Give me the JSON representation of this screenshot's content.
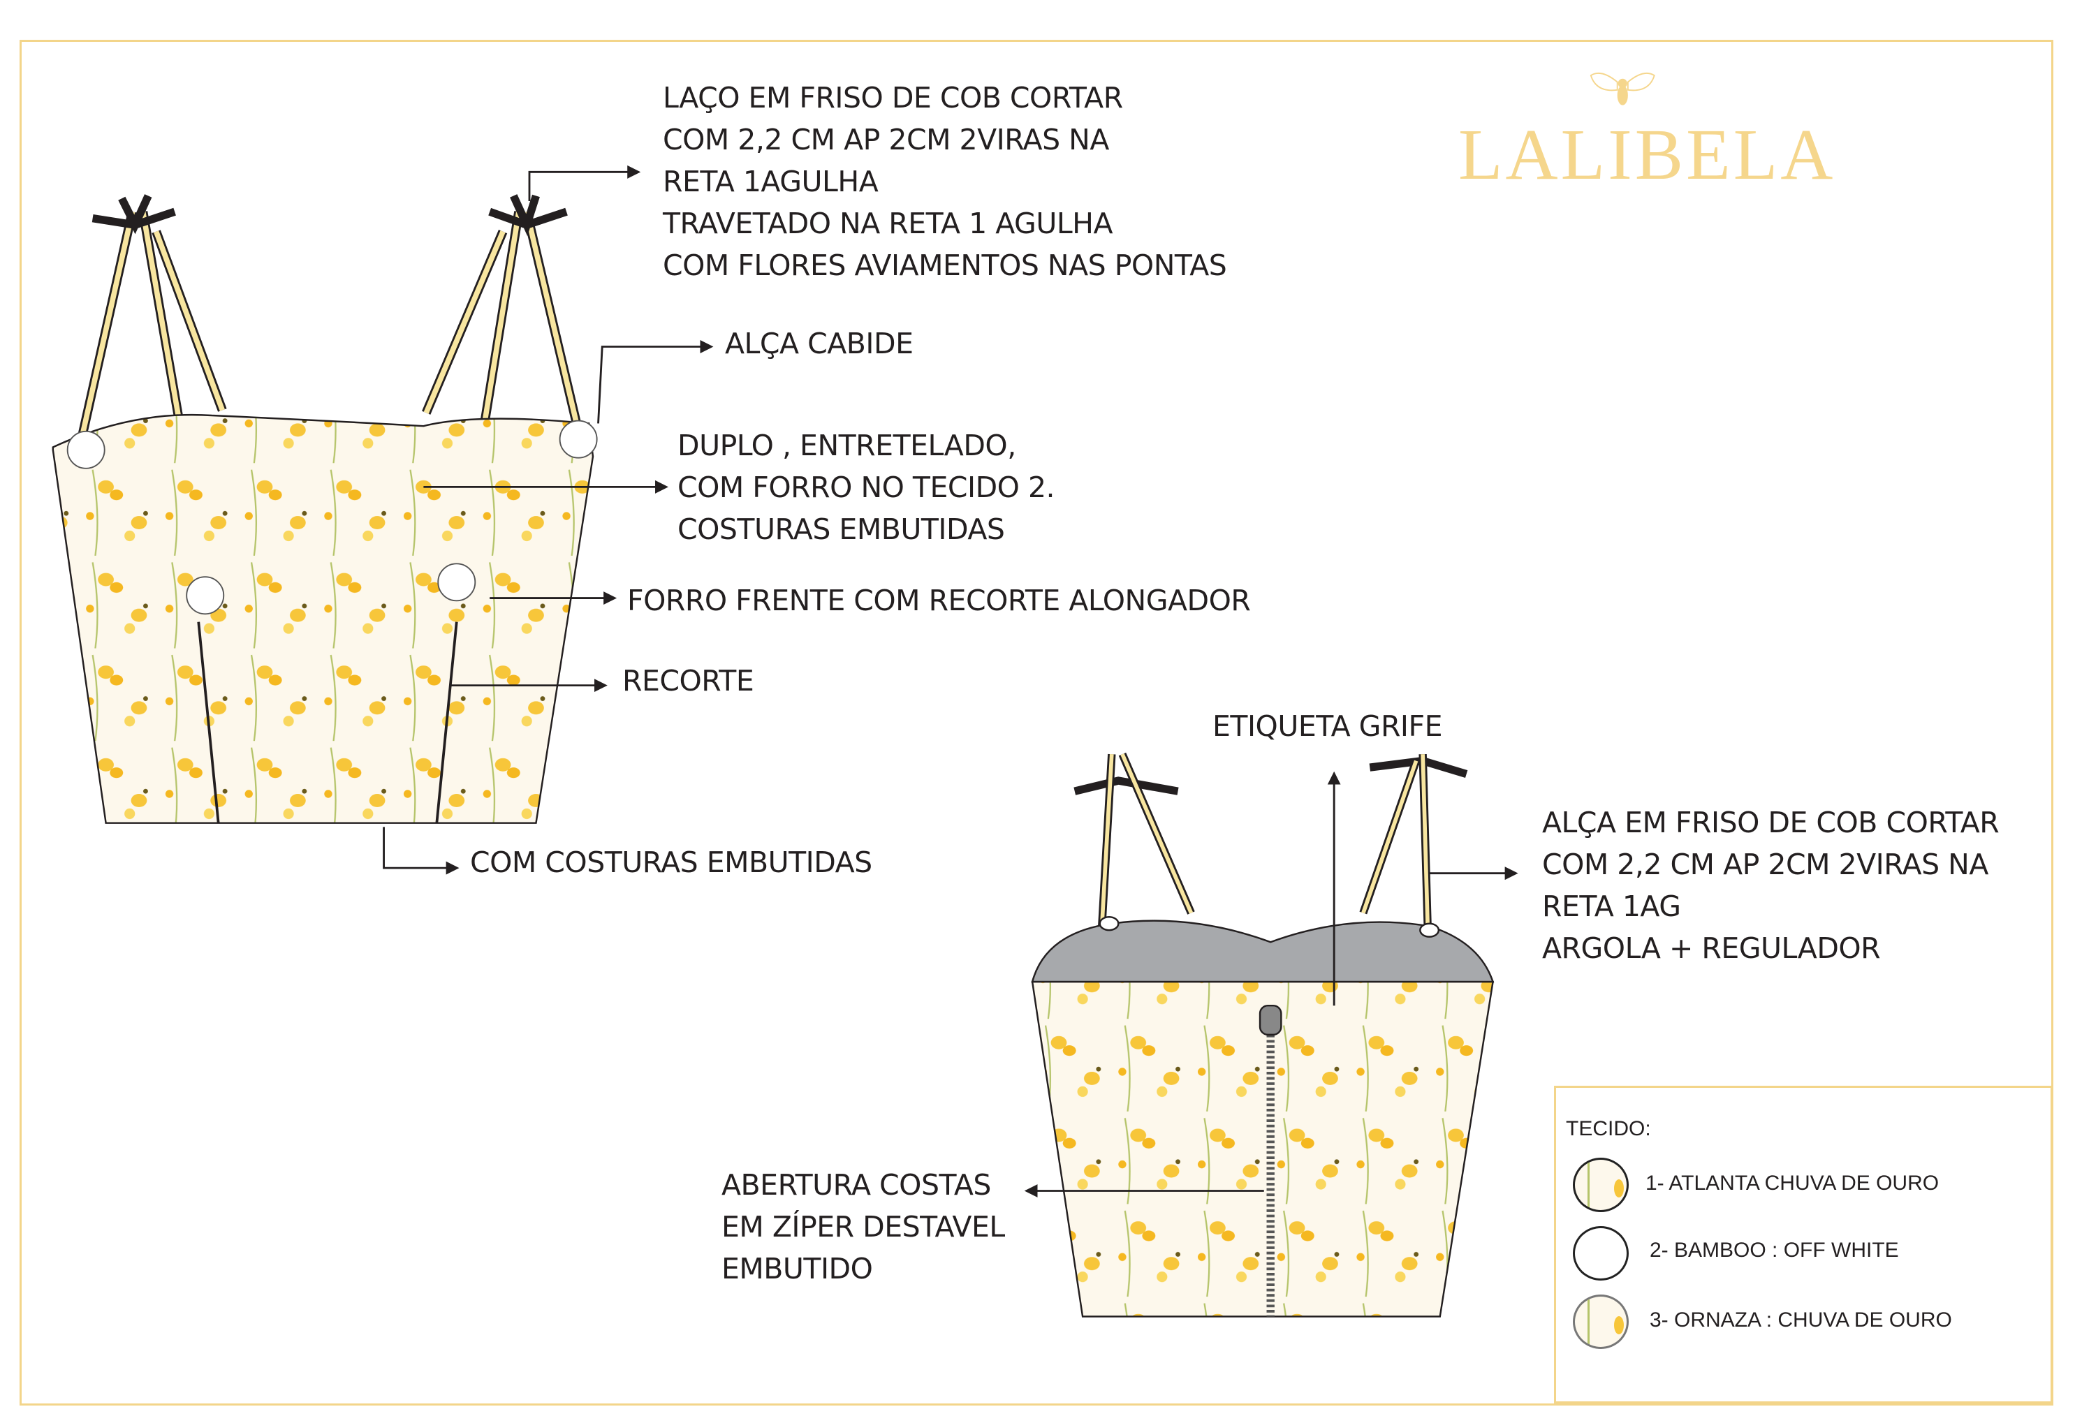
{
  "brand": {
    "name": "LALIBELA",
    "icon": "bee-icon",
    "color": "#f5d68c"
  },
  "notes": {
    "bow_tie": [
      "LAÇO EM FRISO DE COB CORTAR",
      "COM 2,2 CM AP 2CM 2VIRAS NA",
      "RETA 1AGULHA",
      "TRAVETADO NA RETA 1 AGULHA",
      "COM FLORES AVIAMENTOS NAS PONTAS"
    ],
    "hanger_loop": "ALÇA CABIDE",
    "double_body": [
      "DUPLO , ENTRETELADO,",
      "COM FORRO NO TECIDO 2.",
      "COSTURAS EMBUTIDAS"
    ],
    "front_lining": "FORRO FRENTE COM RECORTE ALONGADOR",
    "seam_cut": "RECORTE",
    "hidden_seams": "COM COSTURAS EMBUTIDAS",
    "brand_label": "ETIQUETA GRIFE",
    "strap": [
      "ALÇA EM FRISO DE COB CORTAR",
      "COM 2,2 CM AP 2CM 2VIRAS NA",
      "RETA 1AG",
      "ARGOLA + REGULADOR"
    ],
    "back_opening": [
      "ABERTURA COSTAS",
      "EM ZÍPER DESTAVEL",
      "EMBUTIDO"
    ]
  },
  "legend": {
    "title": "TECIDO:",
    "items": [
      {
        "label": "1- ATLANTA CHUVA DE OURO"
      },
      {
        "label": "2- BAMBOO : OFF WHITE"
      },
      {
        "label": "3- ORNAZA : CHUVA DE OURO"
      }
    ]
  },
  "colors": {
    "frame": "#f3d58a",
    "print_base": "#fdf8ec",
    "flower": "#f7c63a",
    "lining": "#a7a9ac"
  }
}
